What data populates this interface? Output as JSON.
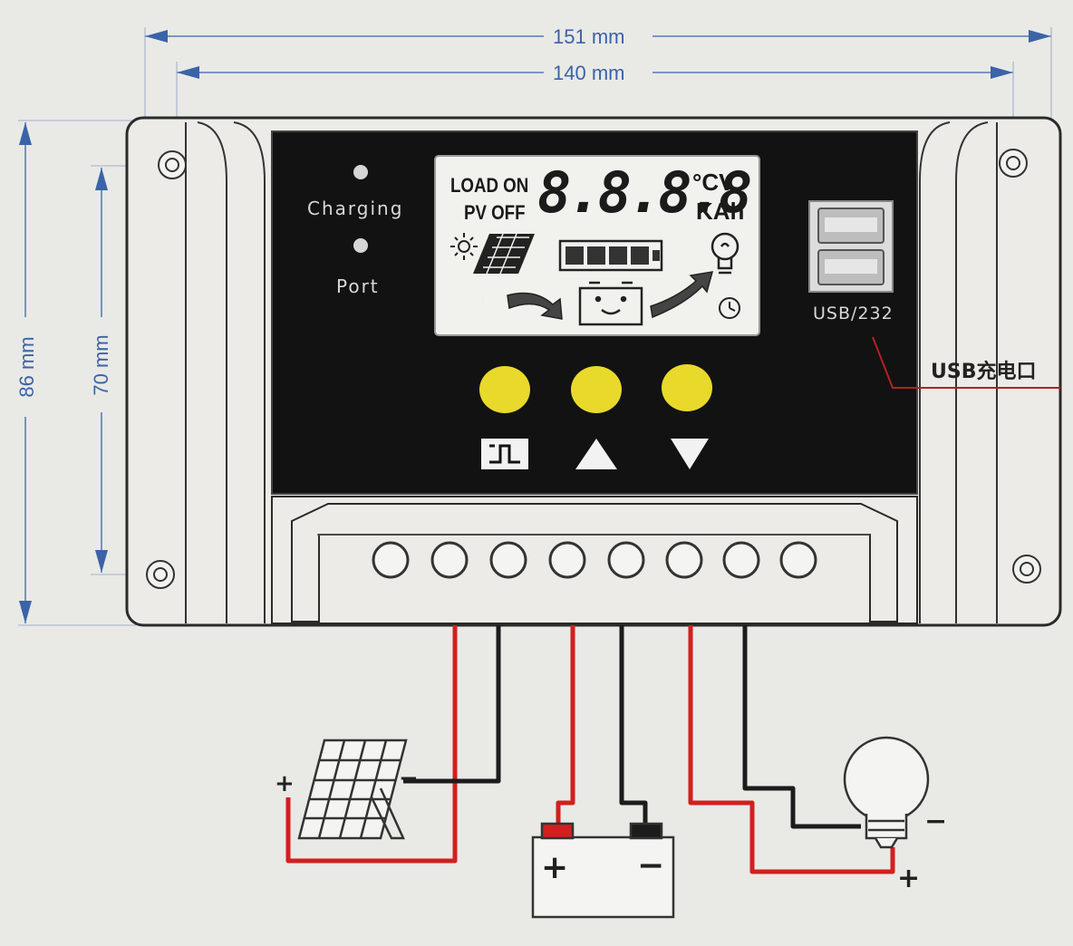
{
  "dimensions": {
    "outer_width": "151 mm",
    "inner_width": "140 mm",
    "outer_height": "86 mm",
    "inner_height": "70 mm"
  },
  "indicators": {
    "charging_label": "Charging",
    "port_label": "Port"
  },
  "lcd": {
    "load_on": "LOAD ON",
    "pv_off": "PV OFF",
    "digits": "8.8.8.8",
    "unit_top": "°CV",
    "unit_bottom": "KAh"
  },
  "usb": {
    "label": "USB/232",
    "callout": "USB充电口"
  },
  "buttons": [
    {
      "name": "menu",
      "symbol": "menu-icon"
    },
    {
      "name": "up",
      "symbol": "triangle-up-icon"
    },
    {
      "name": "down",
      "symbol": "triangle-down-icon"
    }
  ],
  "wiring": {
    "plus": "+",
    "minus": "−",
    "wire_red": "#d21f1f",
    "wire_black": "#1c1c1c"
  },
  "colors": {
    "background": "#e9e9e6",
    "panel": "#121212",
    "button": "#e8d92b",
    "dimension": "#3b63a8",
    "callout": "#b52020"
  }
}
